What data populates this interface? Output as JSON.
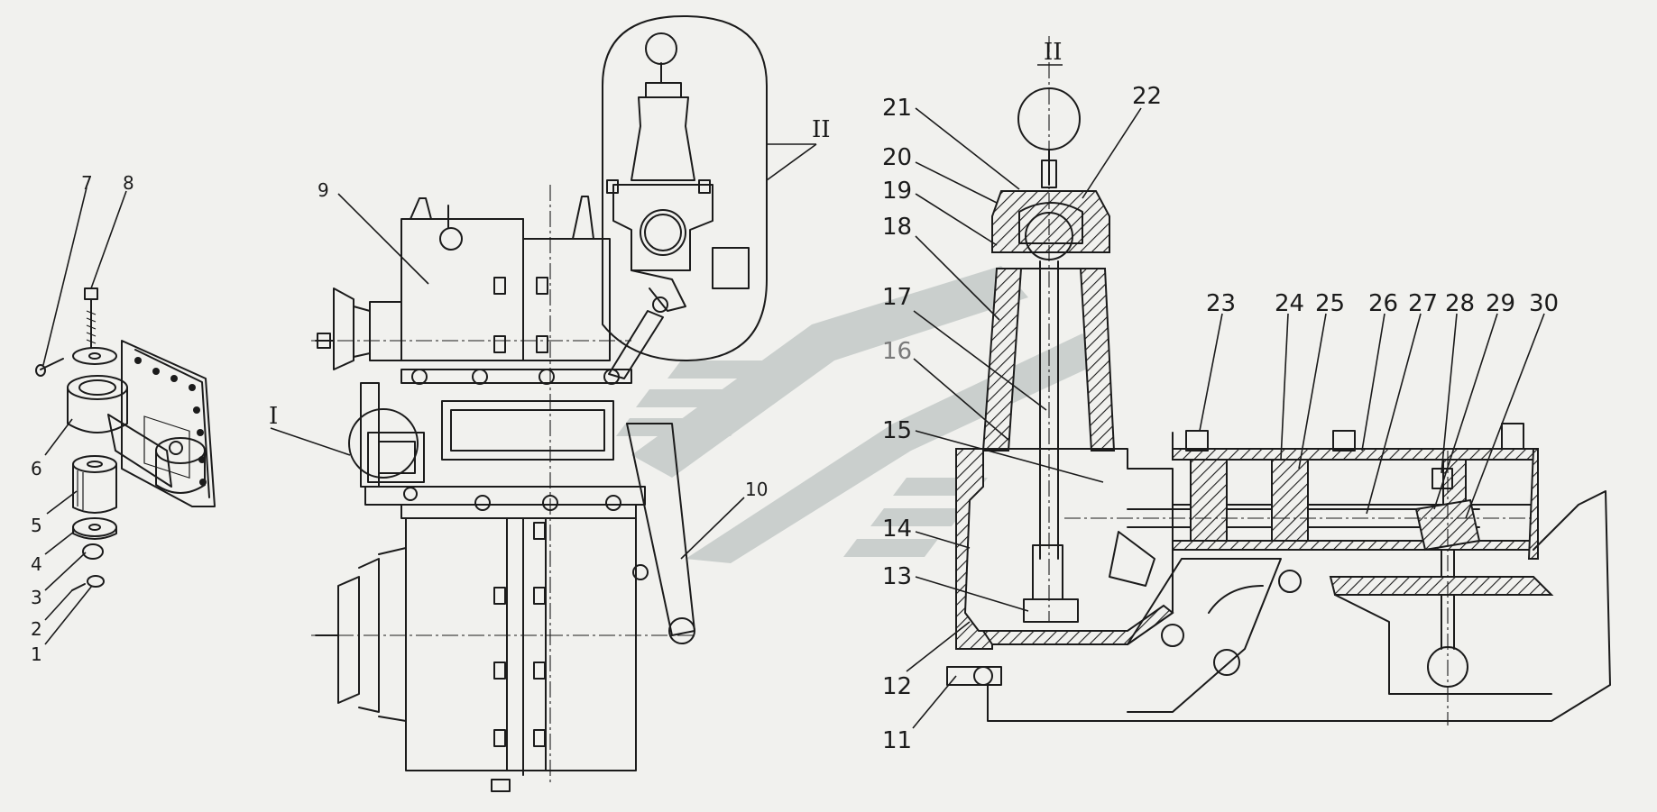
{
  "labels": {
    "l1": "1",
    "l2": "2",
    "l3": "3",
    "l4": "4",
    "l5": "5",
    "l6": "6",
    "l7": "7",
    "l8": "8",
    "l9": "9",
    "l10": "10",
    "l11": "11",
    "l12": "12",
    "l13": "13",
    "l14": "14",
    "l15": "15",
    "l16": "16",
    "l17": "17",
    "l18": "18",
    "l19": "19",
    "l20": "20",
    "l21": "21",
    "l22": "22",
    "l23": "23",
    "l24": "24",
    "l25": "25",
    "l26": "26",
    "l27": "27",
    "l28": "28",
    "l29": "29",
    "l30": "30"
  },
  "view_markers": {
    "detail_one": "I",
    "detail_two": "II",
    "section_two": "II"
  },
  "colors": {
    "ink": "#1b1b1b",
    "paper": "#f1f1ee",
    "watermark": "#c6ccca"
  },
  "icons": {
    "watermark": "stylized-double-chevron-logo"
  }
}
